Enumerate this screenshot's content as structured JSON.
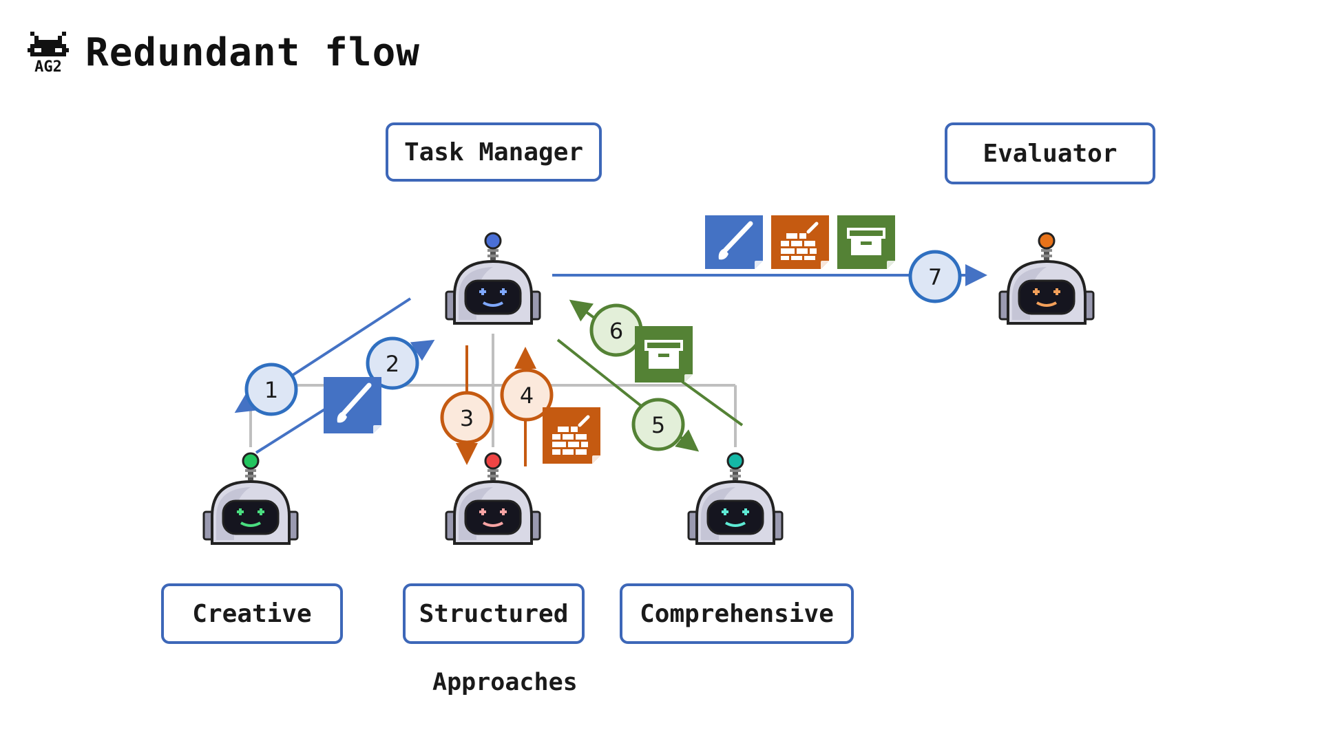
{
  "header": {
    "title": "Redundant flow",
    "logo_text": "AG2"
  },
  "nodes": {
    "task_manager": {
      "label": "Task Manager",
      "accent": "#4a6fd6"
    },
    "evaluator": {
      "label": "Evaluator",
      "accent": "#e8731a"
    },
    "creative": {
      "label": "Creative",
      "accent": "#22c55e"
    },
    "structured": {
      "label": "Structured",
      "accent": "#ef4444"
    },
    "comprehensive": {
      "label": "Comprehensive",
      "accent": "#14b8a6"
    }
  },
  "group_caption": "Approaches",
  "steps": [
    "1",
    "2",
    "3",
    "4",
    "5",
    "6",
    "7"
  ],
  "artifacts": {
    "creative": {
      "icon": "paintbrush-icon",
      "color": "#4472c4"
    },
    "structured": {
      "icon": "brick-wall-icon",
      "color": "#c55a11"
    },
    "comprehensive": {
      "icon": "archive-box-icon",
      "color": "#548235"
    }
  },
  "colors": {
    "creative_flow": "#4472c4",
    "structured_flow": "#c55a11",
    "comprehensive_flow": "#548235",
    "evaluation_flow": "#4472c4",
    "box_border": "#3d67b8",
    "connector": "#bfbfbf",
    "step_fill": "#dde6f5"
  }
}
